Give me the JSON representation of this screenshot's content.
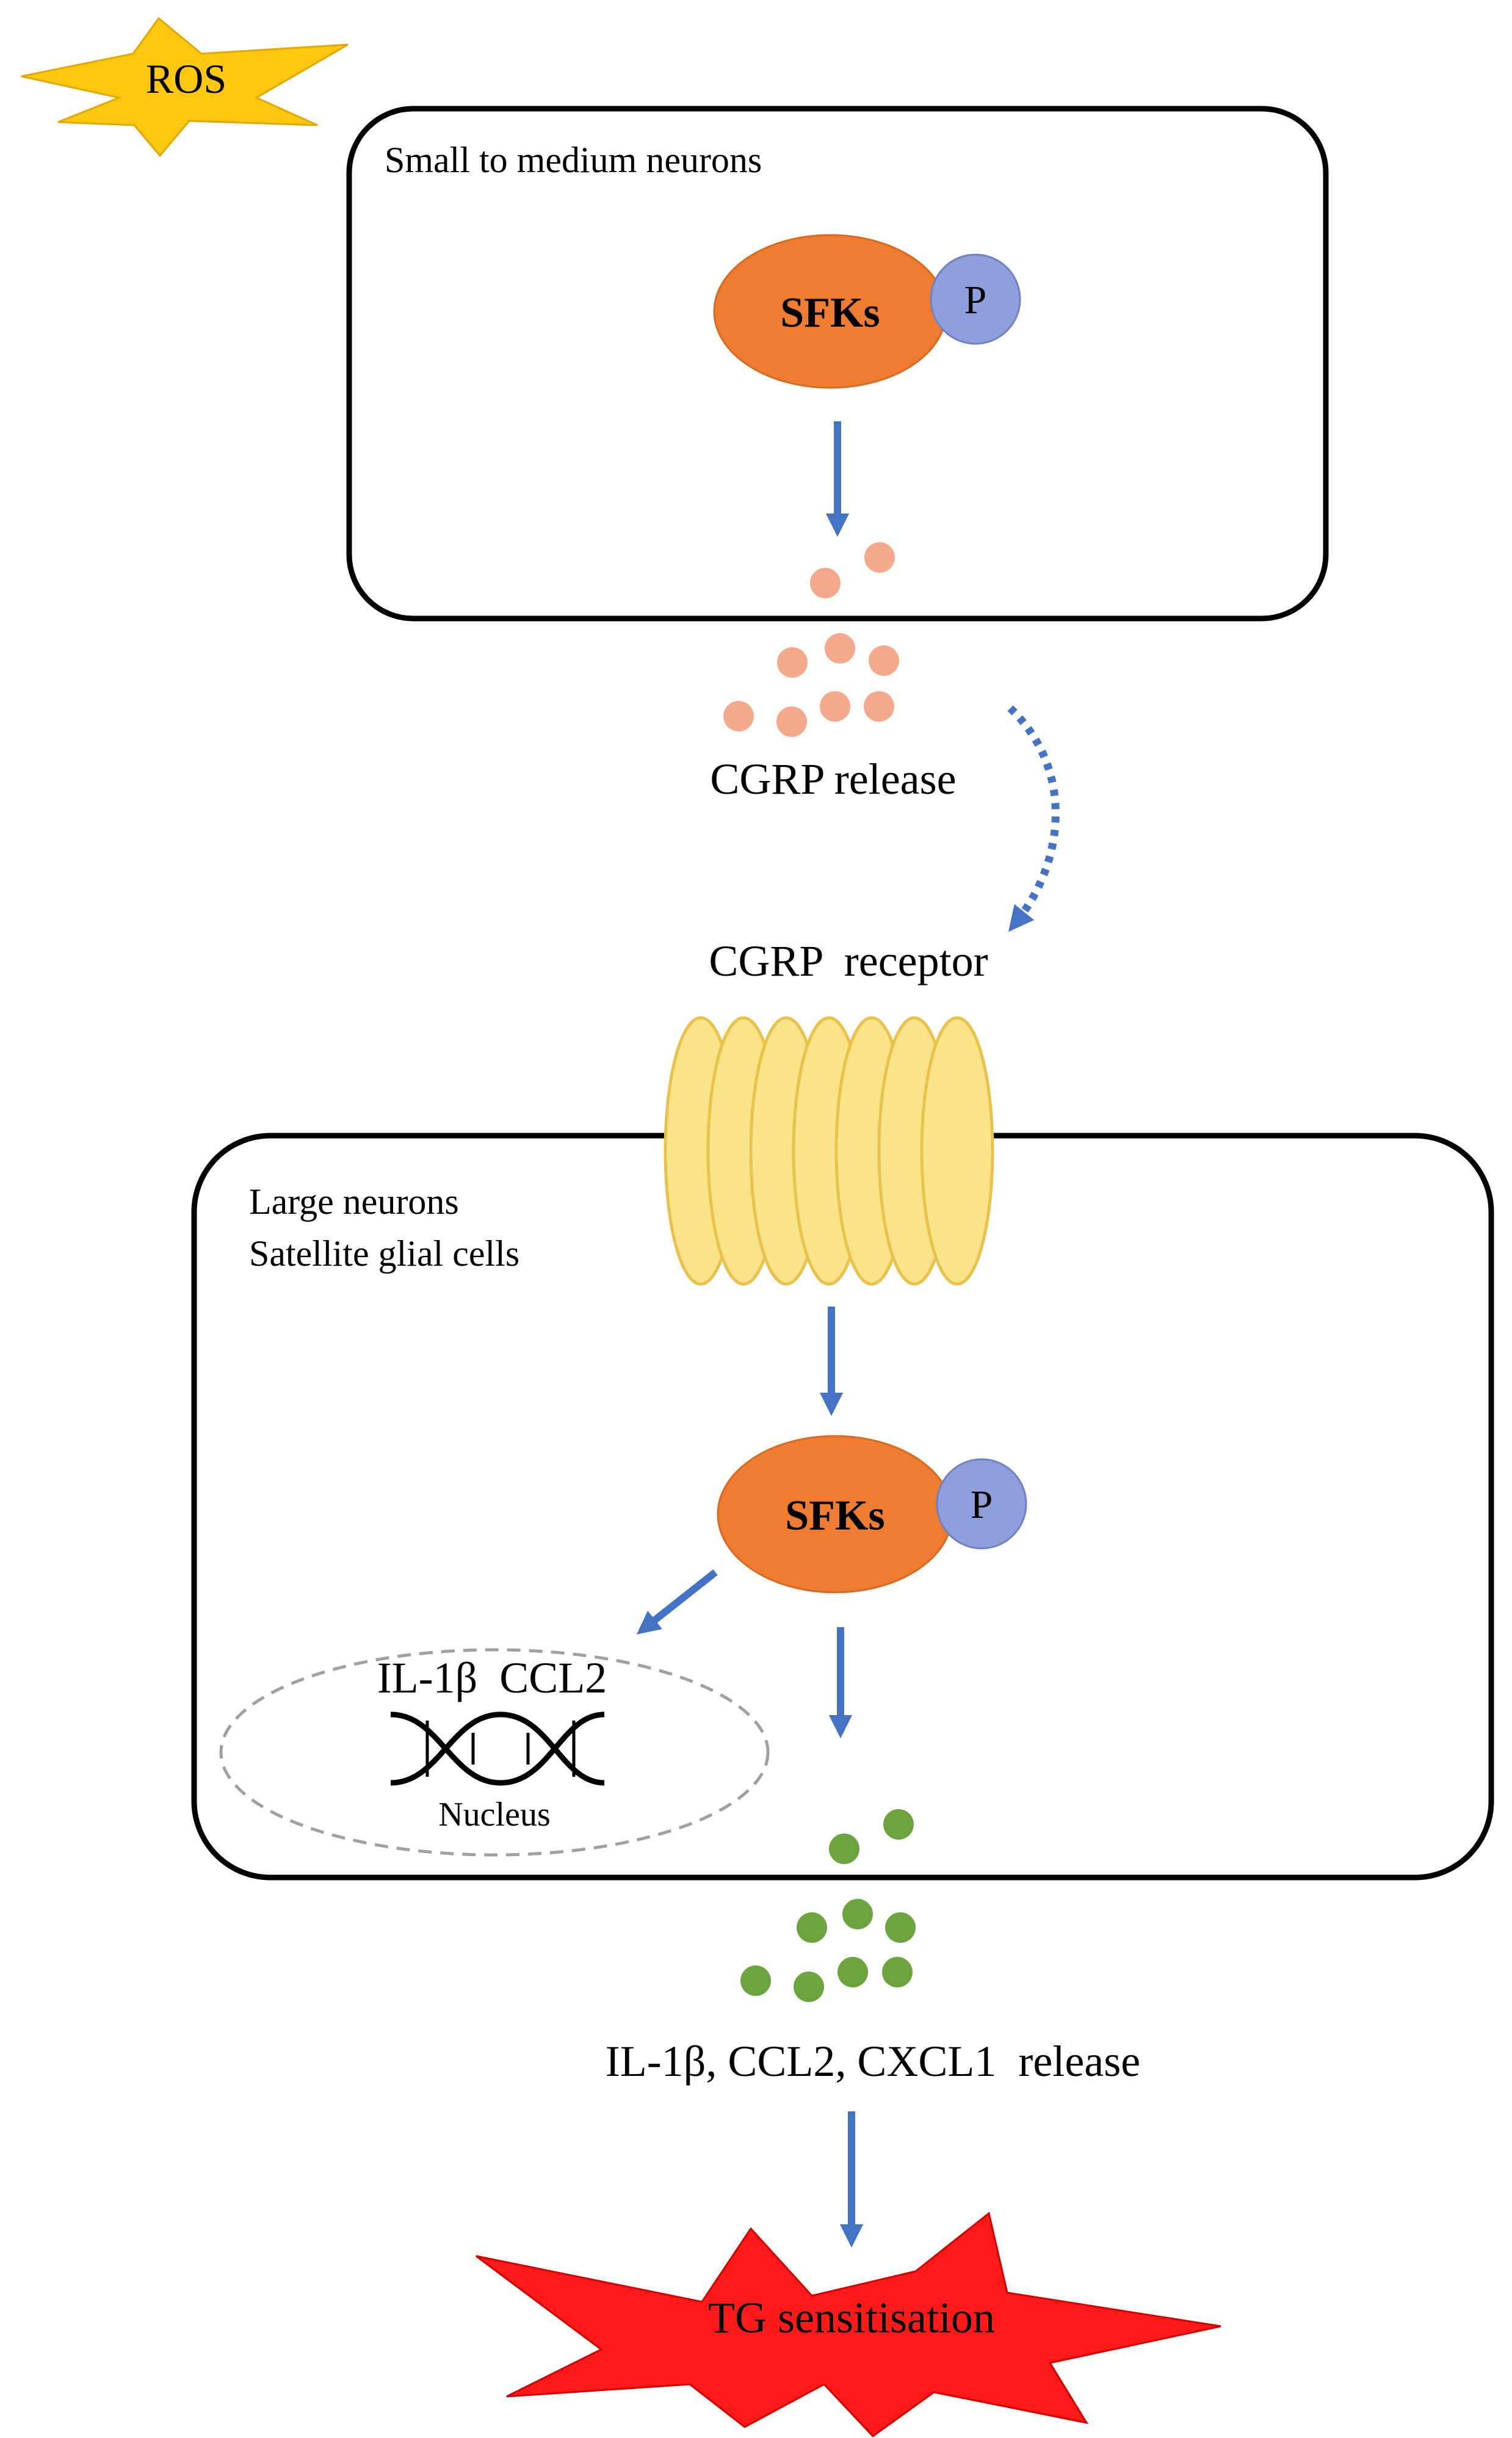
{
  "ros": {
    "label": "ROS",
    "color": "#FDC80F"
  },
  "upper_cell": {
    "label": "Small to medium neurons",
    "sfk": {
      "label": "SFKs",
      "phospho": "P"
    }
  },
  "cgrp": {
    "release_label": "CGRP release",
    "receptor_label": "CGRP  receptor",
    "particle_color": "#F4A98C"
  },
  "lower_cell": {
    "label_line1": "Large neurons",
    "label_line2": "Satellite glial cells",
    "sfk": {
      "label": "SFKs",
      "phospho": "P"
    },
    "nucleus": {
      "genes": "IL-1β  CCL2",
      "label": "Nucleus"
    }
  },
  "cytokines": {
    "release_label": "IL-1β, CCL2, CXCL1  release",
    "particle_color": "#6BA43C"
  },
  "outcome": {
    "label": "TG sensitisation",
    "color": "#FF1A1A"
  },
  "colors": {
    "sfk": "#EE7D31",
    "phospho": "#8E9FDB",
    "arrow": "#4472C4",
    "receptor_fill": "#FBE38A",
    "receptor_stroke": "#E8C24A"
  }
}
